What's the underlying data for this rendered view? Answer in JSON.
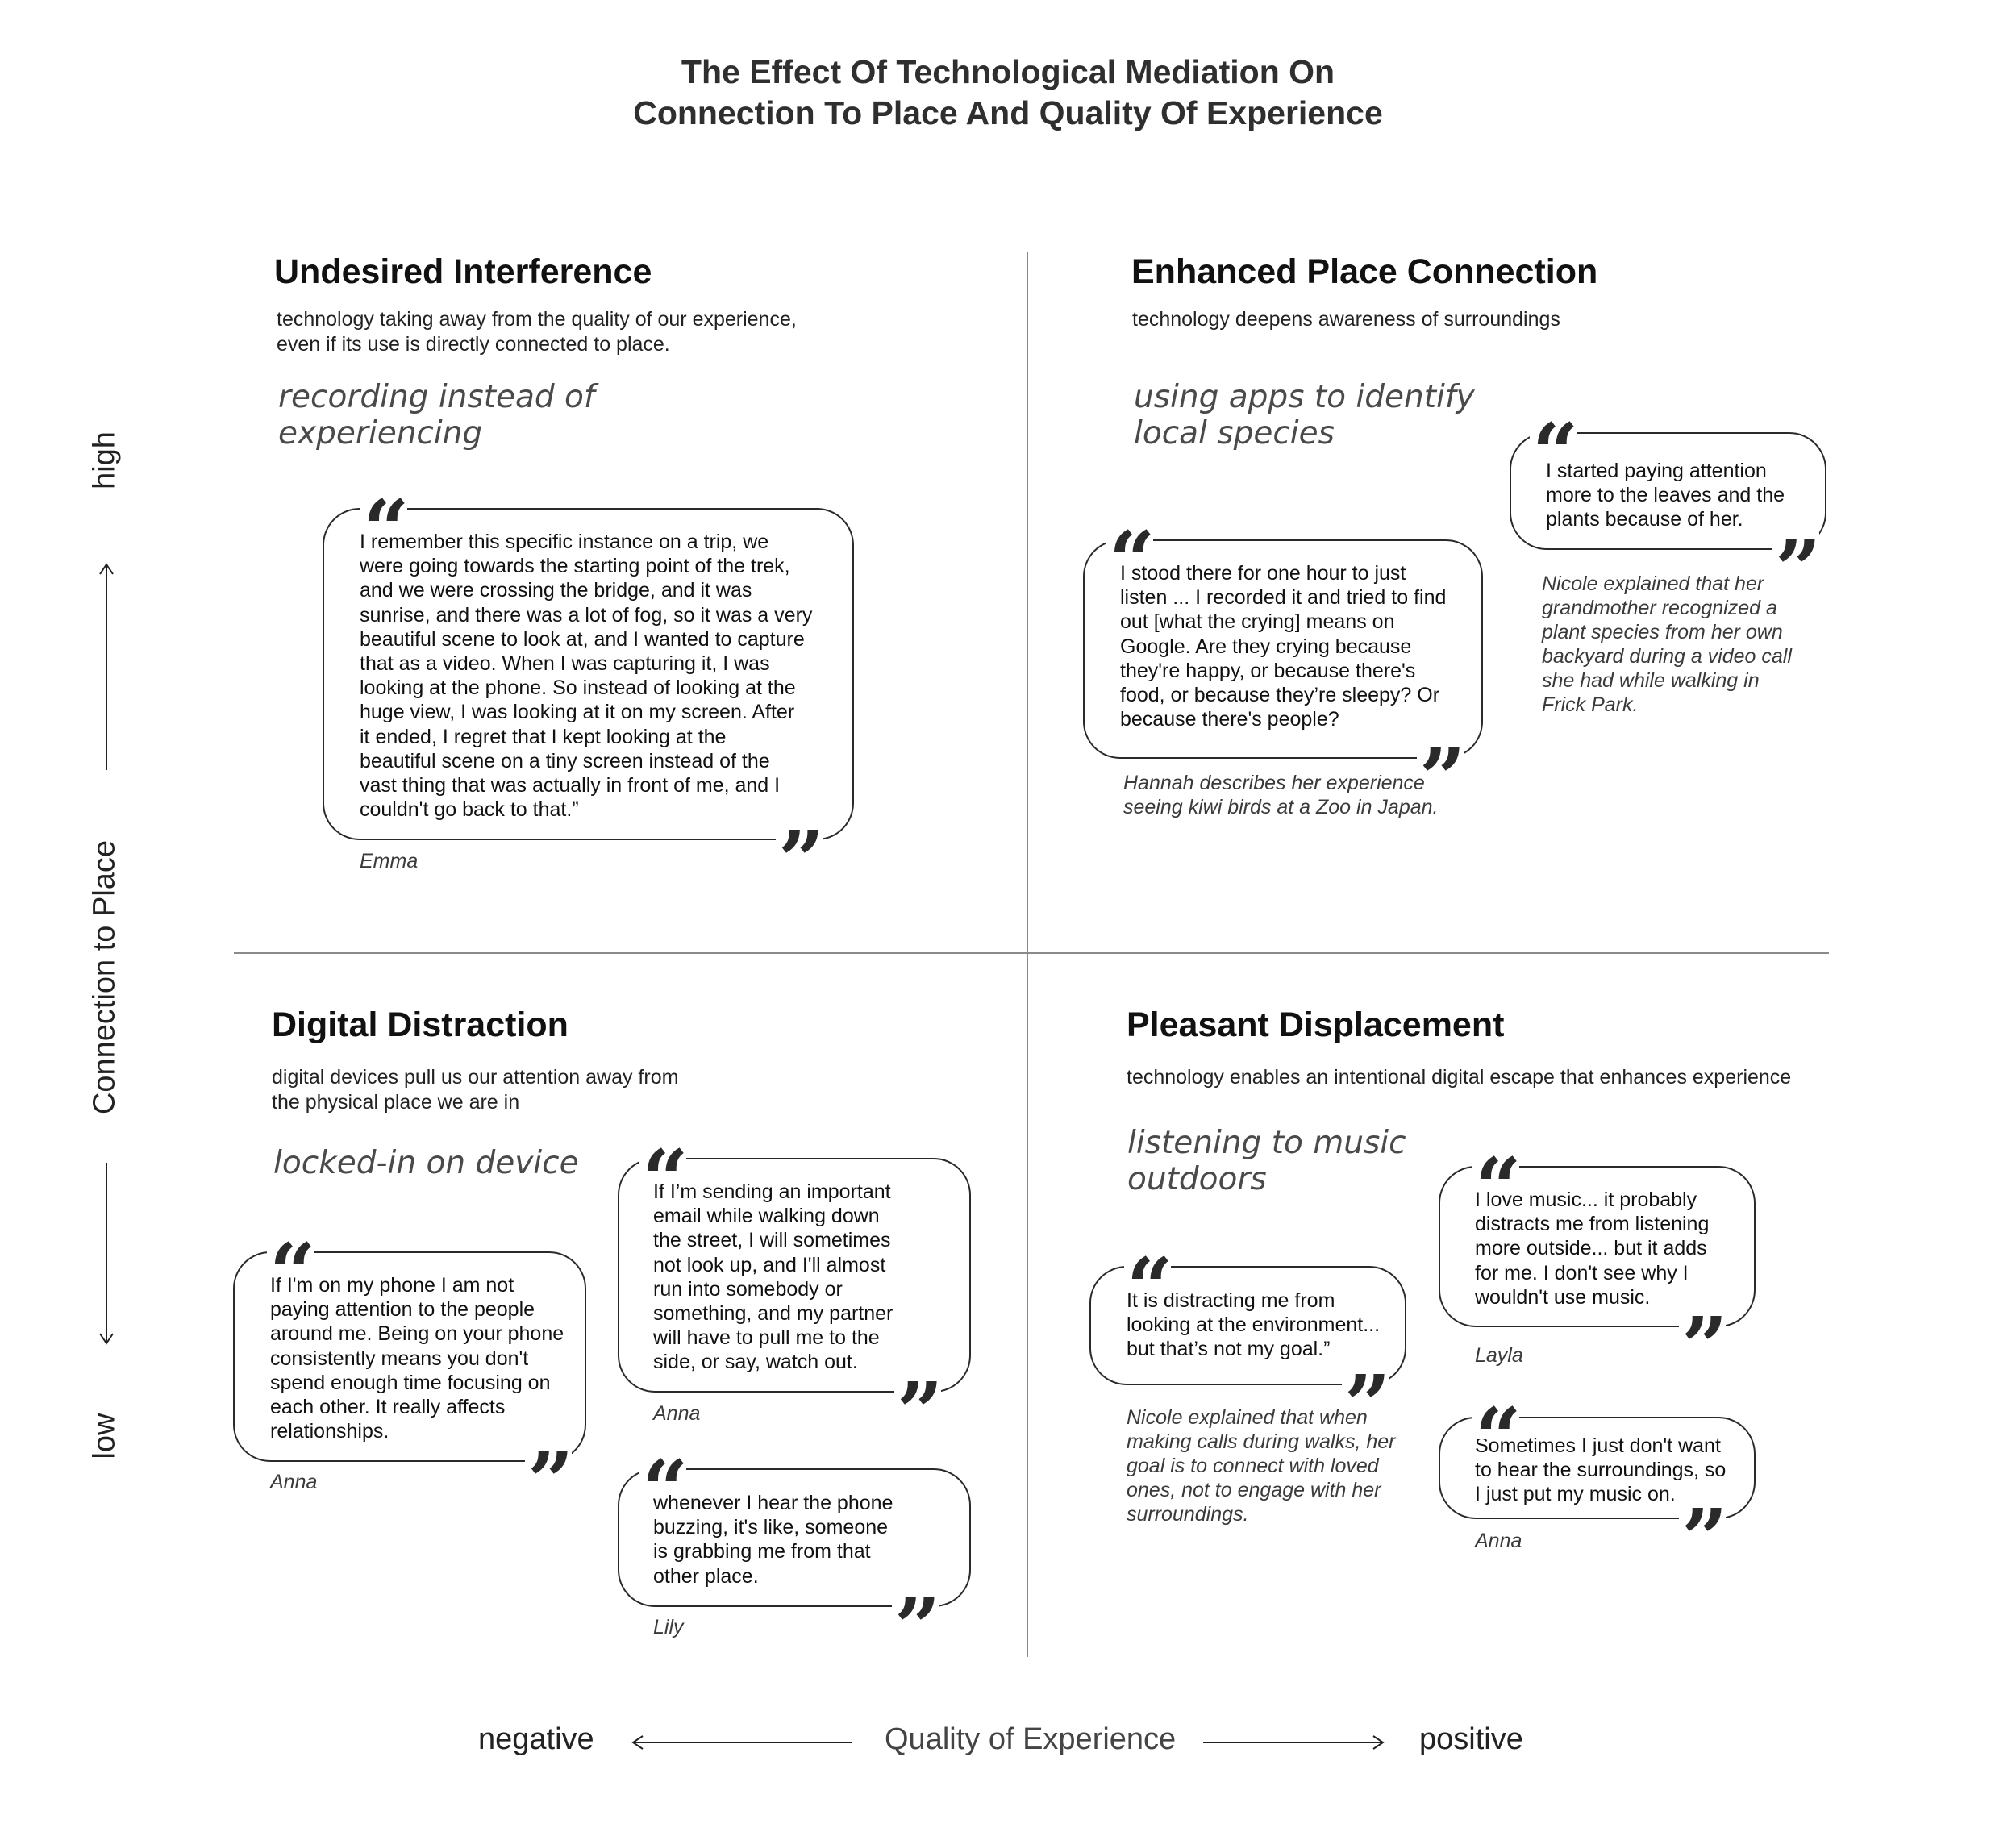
{
  "title": {
    "line1": "The Effect Of Technological Mediation On",
    "line2": "Connection To Place And Quality Of Experience"
  },
  "axes": {
    "y_label": "Connection to Place",
    "y_high": "high",
    "y_low": "low",
    "x_label": "Quality of Experience",
    "x_negative": "negative",
    "x_positive": "positive"
  },
  "quadrants": {
    "undesired": {
      "title": "Undesired Interference",
      "desc": [
        "technology taking away from the quality of our experience,",
        "even if its use is directly connected to place."
      ],
      "example": [
        "recording instead of",
        "experiencing"
      ],
      "quotes": [
        {
          "text": [
            "I remember this specific instance on a trip, we",
            "were going towards the starting point of the trek,",
            "and we were crossing the bridge, and it was",
            "sunrise, and there was a lot of fog, so it was a very",
            "beautiful scene to look at, and I wanted to capture",
            "that as a video. When I was capturing it, I was",
            "looking at the phone. So instead of looking at the",
            "huge view, I was looking at it on my screen. After",
            "it ended, I regret that I kept looking at the",
            "beautiful scene on a tiny screen instead of the",
            "vast thing that was actually in front of me, and I",
            "couldn't go back to that.”"
          ],
          "attribution": [
            "Emma"
          ]
        }
      ]
    },
    "enhanced": {
      "title": "Enhanced Place Connection",
      "desc": [
        "technology deepens awareness of surroundings"
      ],
      "example": [
        "using apps to identify",
        "local species"
      ],
      "quotes": [
        {
          "text": [
            "I stood there for one hour to just",
            "listen ... I recorded it and tried to find",
            "out [what the crying] means on",
            "Google. Are they crying because",
            "they're happy, or because there's",
            "food, or because they’re sleepy? Or",
            "because there's people?"
          ],
          "attribution": [
            "Hannah describes her experience",
            "seeing kiwi birds at a Zoo in Japan."
          ]
        },
        {
          "text": [
            "I started paying attention",
            "more to the leaves and the",
            "plants because of her."
          ],
          "attribution": [
            "Nicole explained that her",
            "grandmother recognized a",
            "plant species from her own",
            "backyard during a video call",
            "she had while walking in",
            "Frick Park."
          ]
        }
      ]
    },
    "distraction": {
      "title": "Digital Distraction",
      "desc": [
        "digital devices pull us our attention away from",
        "the physical place we are in"
      ],
      "example": [
        "locked-in on device"
      ],
      "quotes": [
        {
          "text": [
            "If I'm on my phone I am not",
            "paying attention to the people",
            "around me. Being on your phone",
            "consistently means you don't",
            "spend enough time focusing on",
            "each other. It really affects",
            "relationships."
          ],
          "attribution": [
            "Anna"
          ]
        },
        {
          "text": [
            "If I’m sending an important",
            "email while walking down",
            "the street, I will sometimes",
            "not look up, and I'll almost",
            "run into somebody or",
            "something, and my partner",
            "will have to pull me to the",
            "side, or say, watch out."
          ],
          "attribution": [
            "Anna"
          ]
        },
        {
          "text": [
            "whenever I hear the phone",
            "buzzing, it's like, someone",
            "is  grabbing me from that",
            "other place."
          ],
          "attribution": [
            "Lily"
          ]
        }
      ]
    },
    "pleasant": {
      "title": "Pleasant Displacement",
      "desc": [
        "technology enables an intentional digital escape that enhances experience"
      ],
      "example": [
        "listening to music",
        "outdoors"
      ],
      "quotes": [
        {
          "text": [
            "It is distracting me from",
            "looking at the environment...",
            "but that’s not my goal.”"
          ],
          "attribution": [
            "Nicole explained that when",
            "making calls during walks, her",
            "goal is to connect with loved",
            "ones, not to engage with her",
            "surroundings."
          ]
        },
        {
          "text": [
            "I love music... it probably",
            "distracts me from listening",
            "more outside... but it adds",
            "for me. I don't see why I",
            "wouldn't use music."
          ],
          "attribution": [
            "Layla"
          ]
        },
        {
          "text": [
            "Sometimes I just don't want",
            "to hear the surroundings, so",
            "I just put my music on."
          ],
          "attribution": [
            "Anna"
          ]
        }
      ]
    }
  }
}
